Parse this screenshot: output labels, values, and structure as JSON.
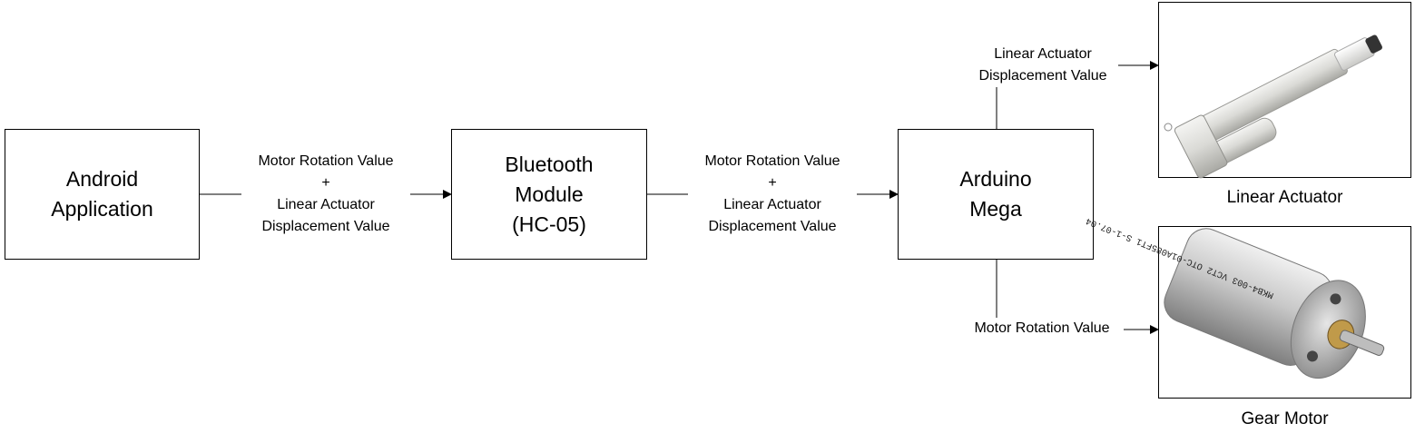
{
  "blocks": {
    "android": {
      "line1": "Android",
      "line2": "Application"
    },
    "bluetooth": {
      "line1": "Bluetooth",
      "line2": "Module",
      "line3": "(HC-05)"
    },
    "arduino": {
      "line1": "Arduino",
      "line2": "Mega"
    }
  },
  "connections": {
    "android_to_bluetooth": {
      "line1": "Motor Rotation Value",
      "line2": "+",
      "line3": "Linear Actuator",
      "line4": "Displacement Value"
    },
    "bluetooth_to_arduino": {
      "line1": "Motor Rotation Value",
      "line2": "+",
      "line3": "Linear Actuator",
      "line4": "Displacement Value"
    },
    "arduino_to_actuator": {
      "line1": "Linear Actuator",
      "line2": "Displacement Value"
    },
    "arduino_to_motor": {
      "line1": "Motor Rotation Value"
    }
  },
  "outputs": {
    "actuator_caption": "Linear Actuator",
    "motor_caption": "Gear Motor",
    "motor_label_text": "MKB4-003 VCT2 OTC-01A085FT1 S-1-07.04"
  }
}
